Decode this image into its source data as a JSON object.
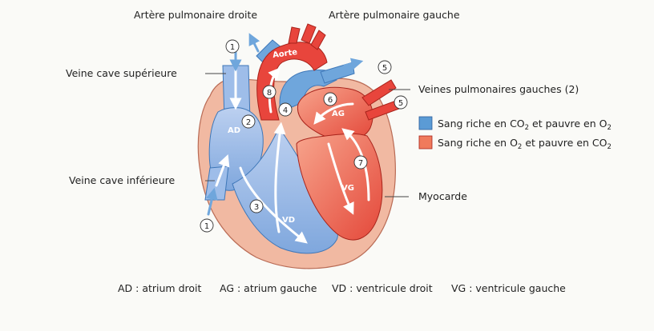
{
  "labels": {
    "artere_droite": "Artère pulmonaire droite",
    "artere_gauche": "Artère pulmonaire gauche",
    "veine_cave_sup": "Veine cave supérieure",
    "veine_cave_inf": "Veine cave inférieure",
    "veines_pulm": "Veines pulmonaires gauches (2)",
    "myocarde": "Myocarde",
    "aorte": "Aorte",
    "ad": "AD",
    "ag": "AG",
    "vd": "VD",
    "vg": "VG"
  },
  "numbers": {
    "n1": "1",
    "n2": "2",
    "n3": "3",
    "n4": "4",
    "n5": "5",
    "n6": "6",
    "n7": "7",
    "n8": "8"
  },
  "legend": {
    "blue": {
      "color": "#5b9bd5",
      "pre": "Sang riche en CO",
      "sub1": "2",
      "mid": " et pauvre en O",
      "sub2": "2"
    },
    "red": {
      "color": "#f07a5c",
      "pre": "Sang riche en O",
      "sub1": "2",
      "mid": " et pauvre en CO",
      "sub2": "2"
    }
  },
  "footer": {
    "ad": "AD : atrium droit",
    "ag": "AG : atrium gauche",
    "vd": "VD : ventricule droit",
    "vg": "VG : ventricule gauche"
  },
  "colors": {
    "blue_light": "#a9c3ea",
    "blue": "#5b9bd5",
    "red_light": "#f29a82",
    "red": "#e8453c",
    "myocarde": "#f1b9a2"
  }
}
